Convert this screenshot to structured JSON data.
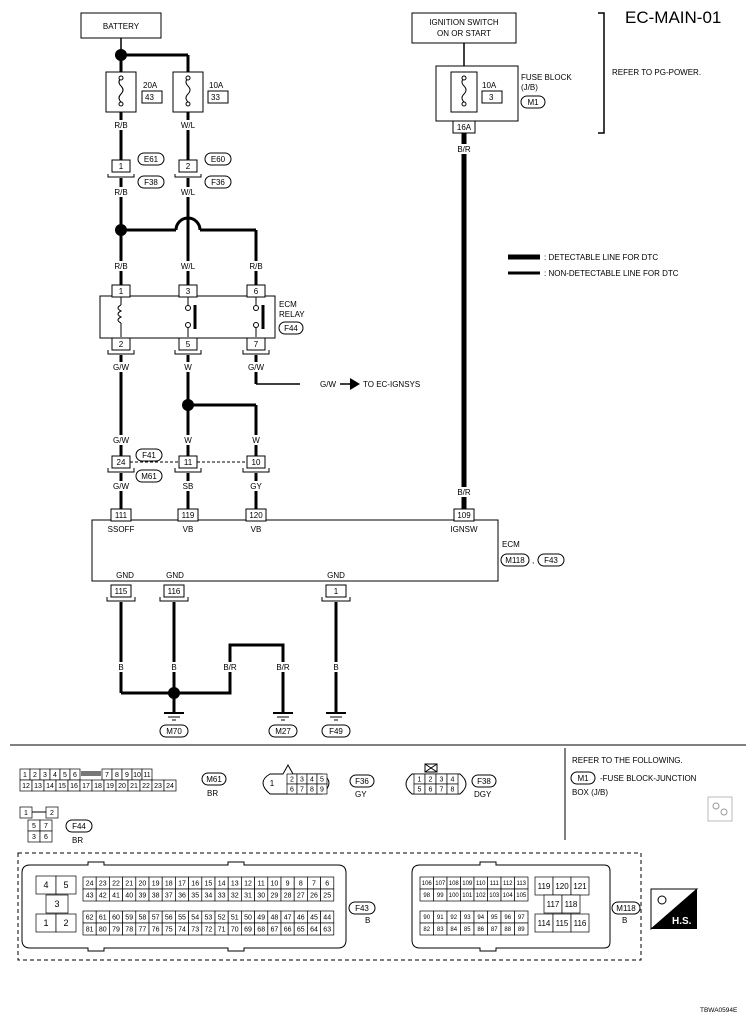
{
  "page": {
    "title": "EC-MAIN-01",
    "code": "TBWA0594E"
  },
  "battery": "BATTERY",
  "ign_switch": [
    "IGNITION SWITCH",
    "ON OR START"
  ],
  "refer_pg": "REFER TO PG-POWER.",
  "fuses": {
    "f1": {
      "amp": "20A",
      "num": "43"
    },
    "f2": {
      "amp": "10A",
      "num": "33"
    },
    "f3": {
      "amp": "10A",
      "num": "3",
      "label": [
        "FUSE BLOCK",
        "(J/B)"
      ],
      "conn": "M1",
      "pin": "16A"
    }
  },
  "wires": {
    "RB": "R/B",
    "WL": "W/L",
    "BR": "B/R",
    "GW": "G/W",
    "W": "W",
    "SB": "SB",
    "GY": "GY",
    "B": "B"
  },
  "c1": {
    "pin1": "1",
    "pin2": "2",
    "e1": "E61",
    "f1": "F38",
    "e2": "E60",
    "f2": "F36"
  },
  "relay": {
    "label": [
      "ECM",
      "RELAY"
    ],
    "conn": "F44",
    "pins_top": [
      "1",
      "3",
      "6"
    ],
    "pins_bot": [
      "2",
      "5",
      "7"
    ]
  },
  "to_ignsys": "TO EC-IGNSYS",
  "c2": {
    "pins": [
      "24",
      "11",
      "10"
    ],
    "f": "F41",
    "m": "M61"
  },
  "ecm": {
    "label": "ECM",
    "conn1": "M118",
    "conn2": "F43",
    "top_pins": [
      "111",
      "119",
      "120",
      "109"
    ],
    "top_names": [
      "SSOFF",
      "VB",
      "VB",
      "IGNSW"
    ],
    "bot_pins": [
      "115",
      "116",
      "1"
    ],
    "bot_names": [
      "GND",
      "GND",
      "GND"
    ]
  },
  "grounds": [
    "M70",
    "M27",
    "F49"
  ],
  "legend": {
    "detectable": ": DETECTABLE LINE FOR DTC",
    "non_detectable": ": NON-DETECTABLE LINE FOR DTC"
  },
  "refer_following": "REFER TO THE FOLLOWING.",
  "refer_m1": [
    "M1",
    "-FUSE BLOCK-JUNCTION",
    "BOX (J/B)"
  ],
  "conn_m61": {
    "name": "M61",
    "color": "BR",
    "row1": [
      "1",
      "2",
      "3",
      "4",
      "5",
      "6",
      "",
      "7",
      "8",
      "9",
      "10",
      "11"
    ],
    "row2": [
      "12",
      "13",
      "14",
      "15",
      "16",
      "17",
      "18",
      "19",
      "20",
      "21",
      "22",
      "23",
      "24"
    ]
  },
  "conn_f36": {
    "name": "F36",
    "color": "GY",
    "single": "1",
    "row1": [
      "2",
      "3",
      "4",
      "5"
    ],
    "row2": [
      "6",
      "7",
      "8",
      "9"
    ]
  },
  "conn_f38": {
    "name": "F38",
    "color": "DGY",
    "row1": [
      "1",
      "2",
      "3",
      "4"
    ],
    "row2": [
      "5",
      "6",
      "7",
      "8"
    ]
  },
  "conn_f44": {
    "name": "F44",
    "color": "BR",
    "pins": [
      "1",
      "2",
      "5",
      "7",
      "3",
      "6"
    ]
  },
  "conn_f43": {
    "name": "F43",
    "color": "B",
    "left": [
      "4",
      "5",
      "3",
      "1",
      "2"
    ],
    "r1": [
      "24",
      "23",
      "22",
      "21",
      "20",
      "19",
      "18",
      "17",
      "16",
      "15",
      "14",
      "13",
      "12",
      "11",
      "10",
      "9",
      "8",
      "7",
      "6"
    ],
    "r2": [
      "43",
      "42",
      "41",
      "40",
      "39",
      "38",
      "37",
      "36",
      "35",
      "34",
      "33",
      "32",
      "31",
      "30",
      "29",
      "28",
      "27",
      "26",
      "25"
    ],
    "r3": [
      "62",
      "61",
      "60",
      "59",
      "58",
      "57",
      "56",
      "55",
      "54",
      "53",
      "52",
      "51",
      "50",
      "49",
      "48",
      "47",
      "46",
      "45",
      "44"
    ],
    "r4": [
      "81",
      "80",
      "79",
      "78",
      "77",
      "76",
      "75",
      "74",
      "73",
      "72",
      "71",
      "70",
      "69",
      "68",
      "67",
      "66",
      "65",
      "64",
      "63"
    ]
  },
  "conn_m118": {
    "name": "M118",
    "color": "B",
    "r1": [
      "106",
      "107",
      "108",
      "109",
      "110",
      "111",
      "112",
      "113"
    ],
    "r2": [
      "98",
      "99",
      "100",
      "101",
      "102",
      "103",
      "104",
      "105"
    ],
    "r3": [
      "90",
      "91",
      "92",
      "93",
      "94",
      "95",
      "96",
      "97"
    ],
    "r4": [
      "82",
      "83",
      "84",
      "85",
      "86",
      "87",
      "88",
      "89"
    ],
    "right": [
      "119",
      "120",
      "121",
      "117",
      "118",
      "114",
      "115",
      "116"
    ]
  },
  "hs_badge": "H.S."
}
